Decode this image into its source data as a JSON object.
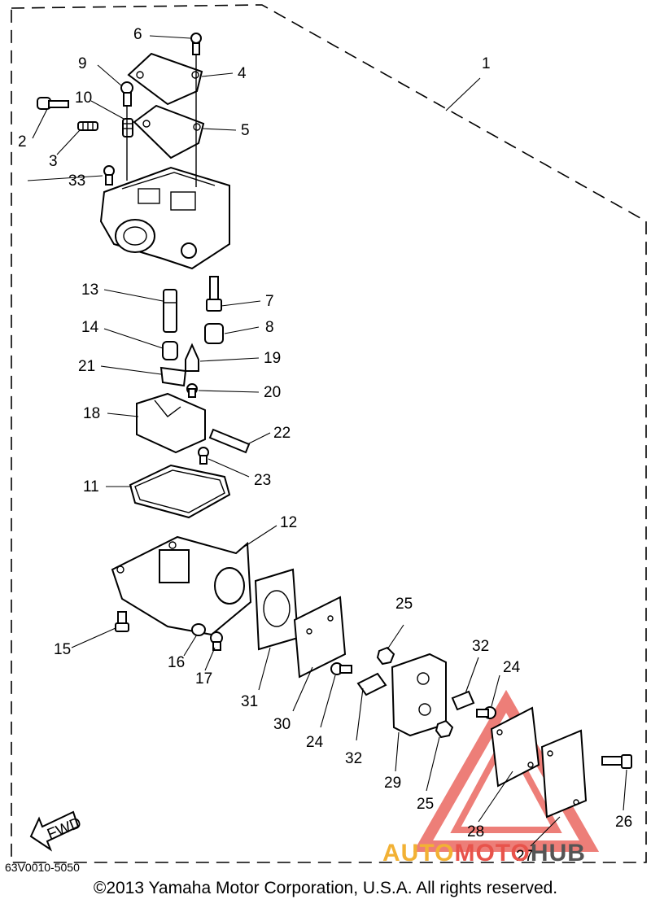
{
  "diagram": {
    "part_labels": [
      "1",
      "2",
      "3",
      "4",
      "5",
      "6",
      "7",
      "8",
      "9",
      "10",
      "11",
      "12",
      "13",
      "14",
      "15",
      "16",
      "17",
      "18",
      "19",
      "20",
      "21",
      "22",
      "23",
      "24",
      "24",
      "25",
      "25",
      "26",
      "27",
      "28",
      "29",
      "30",
      "31",
      "32",
      "32",
      "33"
    ],
    "fwd_label": "FWD",
    "drawing_code": "63V0010-5050",
    "copyright": "©2013 Yamaha Motor Corporation, U.S.A. All rights reserved.",
    "watermark": {
      "auto": "AUTO",
      "moto": "MOTO",
      "hub": "HUB"
    },
    "colors": {
      "ink": "#000000",
      "paper": "#ffffff",
      "watermark_red": "#e8534b",
      "watermark_yellow": "#f2b134",
      "watermark_gray": "#555555"
    }
  }
}
